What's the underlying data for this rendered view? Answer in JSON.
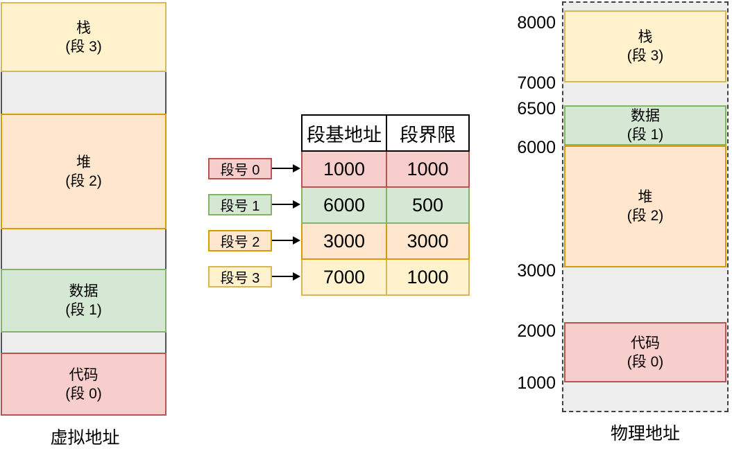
{
  "diagram_title": "memory segmentation mapping",
  "virtual_memory": {
    "caption": "虚拟地址",
    "blocks": [
      {
        "title": "栈",
        "subtitle": "(段 3)"
      },
      {
        "title": "堆",
        "subtitle": "(段 2)"
      },
      {
        "title": "数据",
        "subtitle": "(段 1)"
      },
      {
        "title": "代码",
        "subtitle": "(段 0)"
      }
    ]
  },
  "segment_table": {
    "col_headers": [
      "段基地址",
      "段界限"
    ],
    "rows": [
      {
        "seg_label": "段号 0",
        "base": "1000",
        "limit": "1000"
      },
      {
        "seg_label": "段号 1",
        "base": "6000",
        "limit": "500"
      },
      {
        "seg_label": "段号 2",
        "base": "3000",
        "limit": "3000"
      },
      {
        "seg_label": "段号 3",
        "base": "7000",
        "limit": "1000"
      }
    ]
  },
  "physical_memory": {
    "caption": "物理地址",
    "address_labels": [
      "8000",
      "7000",
      "6500",
      "6000",
      "3000",
      "2000",
      "1000"
    ],
    "blocks": [
      {
        "title": "栈",
        "subtitle": "(段 3)"
      },
      {
        "title": "数据",
        "subtitle": "(段 1)"
      },
      {
        "title": "堆",
        "subtitle": "(段 2)"
      },
      {
        "title": "代码",
        "subtitle": "(段 0)"
      }
    ]
  },
  "colors": {
    "yellow_fill": "#FFF2CC",
    "yellow_stroke": "#D6B656",
    "orange_fill": "#FFE6CC",
    "orange_stroke": "#D79B00",
    "green_fill": "#D5E8D4",
    "green_stroke": "#82B366",
    "red_fill": "#F8CECC",
    "red_stroke": "#B85450",
    "gray_fill": "#EDEDED",
    "gray_stroke": "#4D5358",
    "dashed_border": "#404040",
    "text": "#000000"
  }
}
